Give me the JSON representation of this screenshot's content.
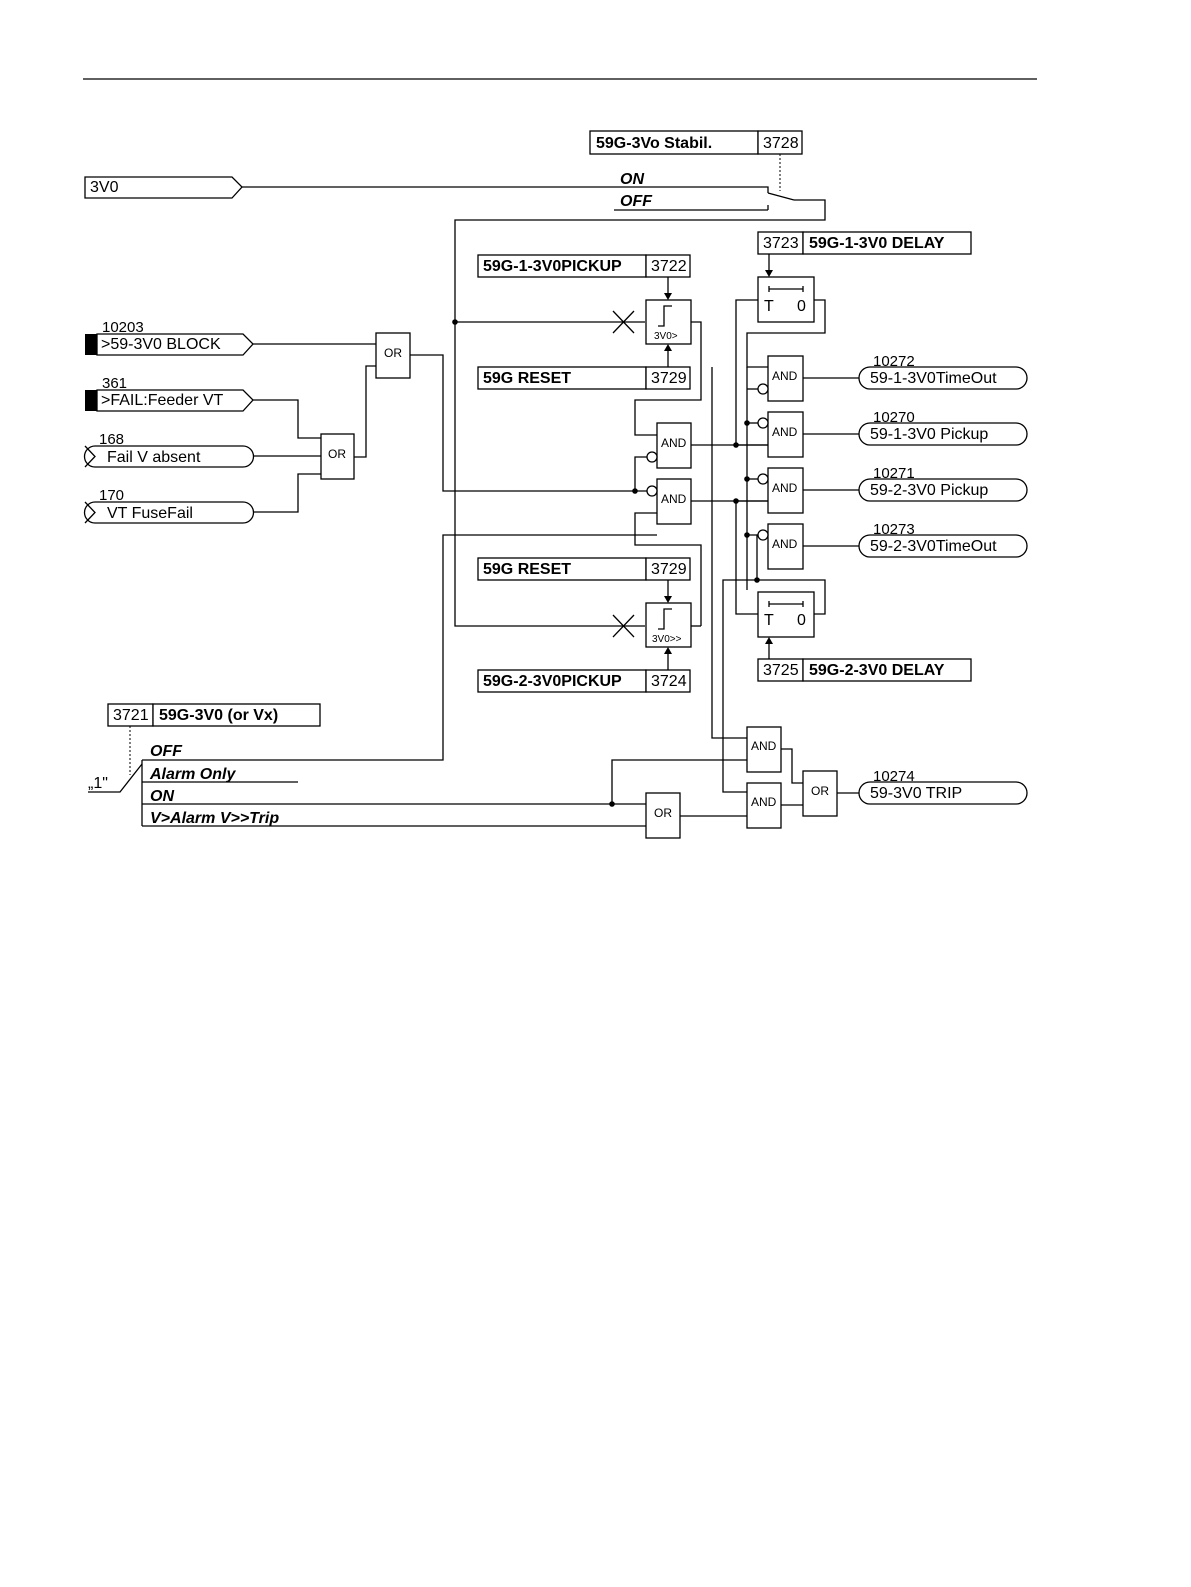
{
  "header": {},
  "inputs": {
    "v3v0": "3V0",
    "block_num": "10203",
    "block": ">59-3V0 BLOCK",
    "feeder_num": "361",
    "feeder": ">FAIL:Feeder VT",
    "failv_num": "168",
    "failv": "Fail V absent",
    "vtfuse_num": "170",
    "vtfuse": "VT FuseFail"
  },
  "settings": {
    "stabil_label": "59G-3Vo Stabil.",
    "stabil_addr": "3728",
    "stabil_on": "ON",
    "stabil_off": "OFF",
    "delay1_addr": "3723",
    "delay1_label": "59G-1-3V0 DELAY",
    "pickup1_label": "59G-1-3V0PICKUP",
    "pickup1_addr": "3722",
    "reset1_label": "59G RESET",
    "reset1_addr": "3729",
    "reset2_label": "59G RESET",
    "reset2_addr": "3729",
    "pickup2_label": "59G-2-3V0PICKUP",
    "pickup2_addr": "3724",
    "delay2_addr": "3725",
    "delay2_label": "59G-2-3V0 DELAY",
    "mode_addr": "3721",
    "mode_label": "59G-3V0 (or Vx)",
    "mode_off": "OFF",
    "mode_alarm": "Alarm Only",
    "mode_on": "ON",
    "mode_trip": "V>Alarm V>>Trip",
    "mode_const": "„1\""
  },
  "gates": {
    "or": "OR",
    "and": "AND",
    "thr1": "3V0>",
    "thr2": "3V0>>",
    "timer_t": "T",
    "timer_0": "0"
  },
  "outputs": {
    "o1_num": "10272",
    "o1": "59-1-3V0TimeOut",
    "o2_num": "10270",
    "o2": "59-1-3V0 Pickup",
    "o3_num": "10271",
    "o3": "59-2-3V0 Pickup",
    "o4_num": "10273",
    "o4": "59-2-3V0TimeOut",
    "o5_num": "10274",
    "o5": "59-3V0 TRIP"
  }
}
